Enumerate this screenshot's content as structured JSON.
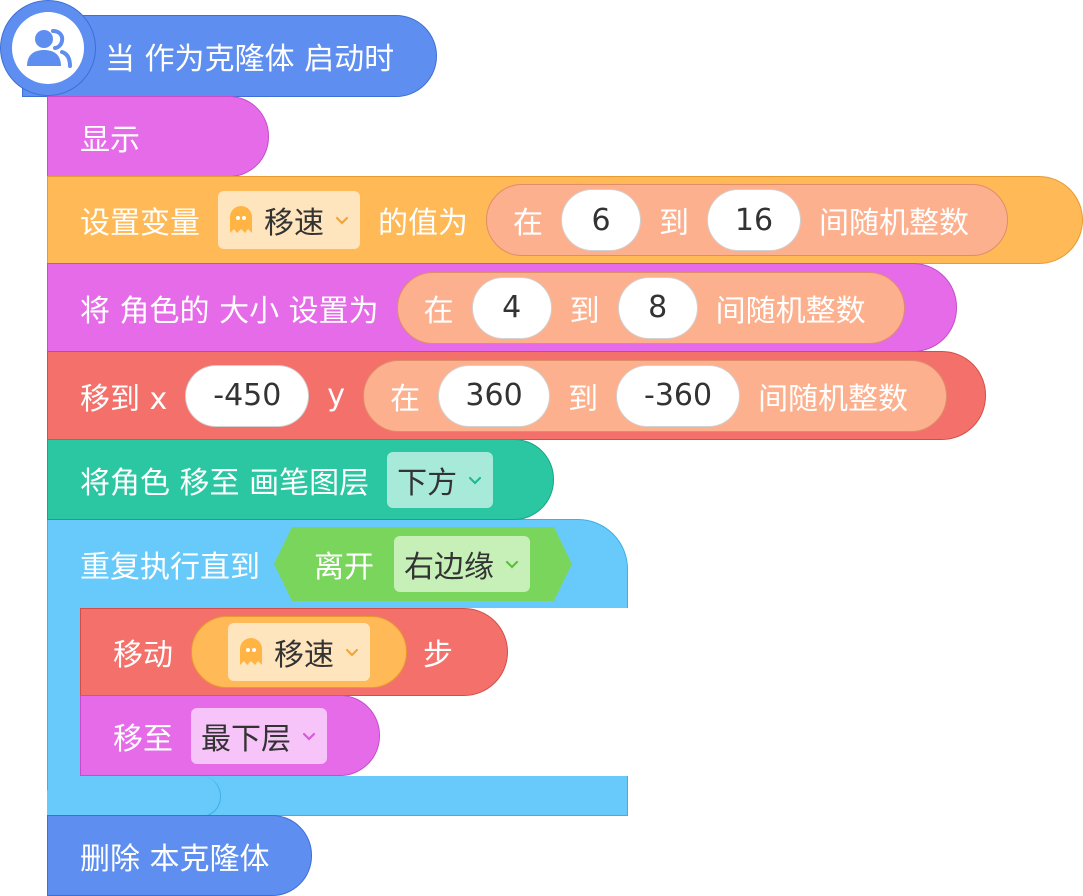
{
  "hat": {
    "label": "当 作为克隆体 启动时",
    "icon": "clone-users-icon"
  },
  "blocks": {
    "show": {
      "label": "显示"
    },
    "set_var": {
      "label": "设置变量",
      "var": "移速",
      "mid": "的值为",
      "rand_a": "在",
      "min": "6",
      "rand_to": "到",
      "max": "16",
      "rand_tail": "间随机整数"
    },
    "set_size": {
      "label": "将 角色的 大小 设置为",
      "rand_a": "在",
      "min": "4",
      "rand_to": "到",
      "max": "8",
      "rand_tail": "间随机整数"
    },
    "goto": {
      "label": "移到 x",
      "x": "-450",
      "ylabel": "y",
      "rand_a": "在",
      "min": "360",
      "rand_to": "到",
      "max": "-360",
      "rand_tail": "间随机整数"
    },
    "pen_layer": {
      "label": "将角色 移至 画笔图层",
      "option": "下方"
    },
    "repeat": {
      "label": "重复执行直到",
      "cond": "离开",
      "edge": "右边缘"
    },
    "move": {
      "label": "移动",
      "var": "移速",
      "tail": "步"
    },
    "goto_layer": {
      "label": "移至",
      "option": "最下层"
    },
    "delete": {
      "label": "删除 本克隆体"
    }
  },
  "colors": {
    "event": "#5e8ef0",
    "looks_pink": "#e56be9",
    "variable": "#ffb957",
    "operator": "#fdb08e",
    "motion_red": "#f4706a",
    "pen_teal": "#2ac7a2",
    "control_blue": "#68cafb",
    "sensing_green": "#7ad55d"
  }
}
